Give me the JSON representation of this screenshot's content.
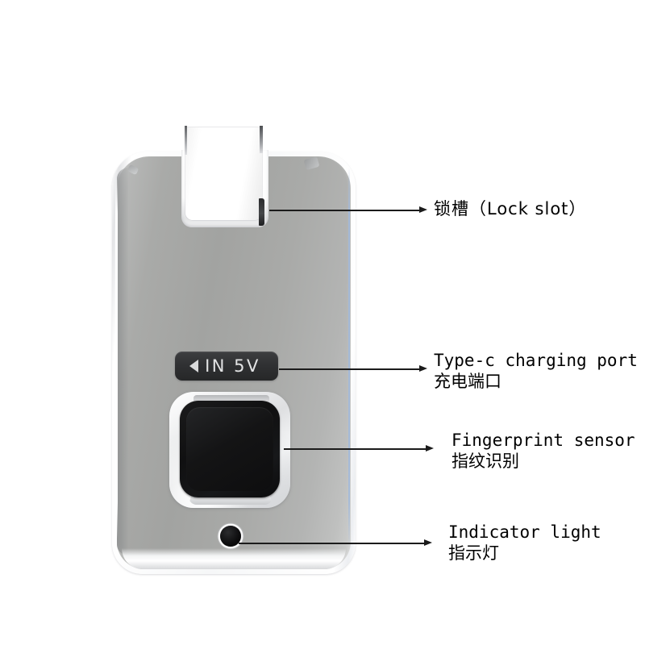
{
  "scene": {
    "background_color": "#ffffff",
    "subject": "fingerprint padlock annotated diagram"
  },
  "device": {
    "port_plate": {
      "arrow_glyph": "◀",
      "text": "IN  5V",
      "plate_color": "#303133",
      "text_color": "#e2e3e4"
    },
    "body_color": "#a8a9a7",
    "rim_color": "#ffffff",
    "sensor_color": "#121213",
    "indicator_color": "#000000"
  },
  "annotations": [
    {
      "id": "lock-slot",
      "en": "锁槽（Lock slot）",
      "cn": "",
      "single_line": true
    },
    {
      "id": "charging-port",
      "en": "Type-c charging port",
      "cn": "充电端口",
      "single_line": false
    },
    {
      "id": "fingerprint-sensor",
      "en": "Fingerprint sensor",
      "cn": "指纹识别",
      "single_line": false
    },
    {
      "id": "indicator-light",
      "en": "Indicator light",
      "cn": "指示灯",
      "single_line": false
    }
  ]
}
